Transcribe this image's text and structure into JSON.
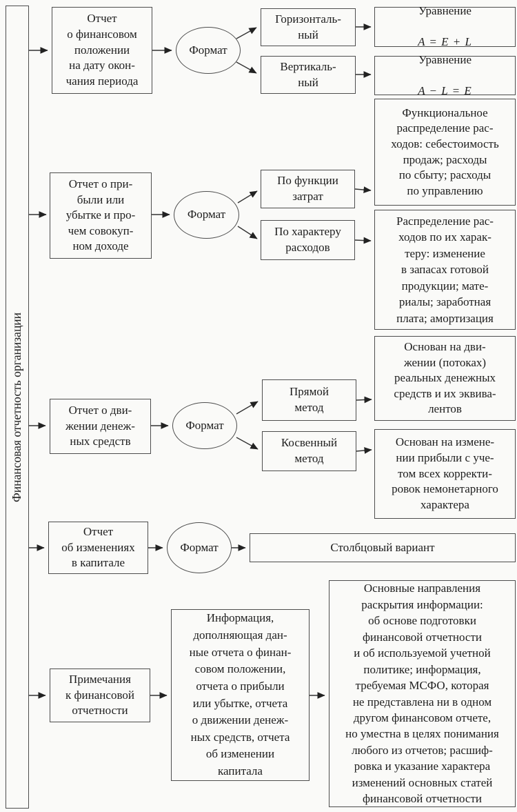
{
  "spine": {
    "label": "Финансовая отчетность организации"
  },
  "row1": {
    "report": "Отчет\nо финансовом\nположении\nна дату окон-\nчания периода",
    "format": "Формат",
    "option1": "Горизонталь-\nный",
    "option2": "Вертикаль-\nный",
    "result1_title": "Уравнение",
    "result1_formula": "A = E + L",
    "result2_title": "Уравнение",
    "result2_formula": "A − L = E"
  },
  "row2": {
    "report": "Отчет о при-\nбыли или\nубытке и про-\nчем совокуп-\nном доходе",
    "format": "Формат",
    "option1": "По функции\nзатрат",
    "option2": "По характеру\nрасходов",
    "result1": "Функциональное\nраспределение рас-\nходов: себестоимость\nпродаж; расходы\nпо сбыту; расходы\nпо управлению",
    "result2": "Распределение рас-\nходов по их харак-\nтеру: изменение\nв запасах готовой\nпродукции; мате-\nриалы; заработная\nплата; амортизация"
  },
  "row3": {
    "report": "Отчет о дви-\nжении денеж-\nных средств",
    "format": "Формат",
    "option1": "Прямой\nметод",
    "option2": "Косвенный\nметод",
    "result1": "Основан на дви-\nжении (потоках)\nреальных денежных\nсредств и их эквива-\nлентов",
    "result2": "Основан на измене-\nнии прибыли с уче-\nтом всех корректи-\nровок немонетарного\nхарактера"
  },
  "row4": {
    "report": "Отчет\nоб изменениях\nв капитале",
    "format": "Формат",
    "result": "Столбцовый вариант"
  },
  "row5": {
    "report": "Примечания\nк финансовой\nотчетности",
    "info": "Информация,\nдополняющая дан-\nные отчета о финан-\nсовом положении,\nотчета о прибыли\nили убытке, отчета\nо движении денеж-\nных средств, отчета\nоб изменении\nкапитала",
    "details": "Основные направления\nраскрытия информации:\nоб основе подготовки\nфинансовой отчетности\nи об используемой учетной\nполитике; информация,\nтребуемая МСФО, которая\nне представлена ни в одном\nдругом финансовом отчете,\nно уместна в целях понимания\nлюбого из отчетов; расшиф-\nровка и указание характера\nизменений основных статей\nфинансовой отчетности"
  }
}
